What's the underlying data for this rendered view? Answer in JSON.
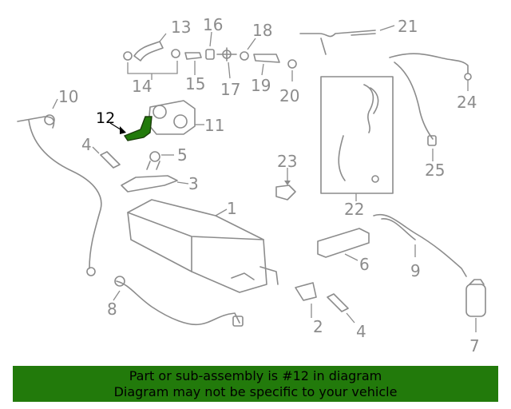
{
  "diagram": {
    "highlight_color": "#227a0b",
    "line_color": "#8c8c8c",
    "callouts": {
      "c1": "1",
      "c2": "2",
      "c3": "3",
      "c4a": "4",
      "c4b": "4",
      "c5": "5",
      "c6": "6",
      "c7": "7",
      "c8": "8",
      "c9": "9",
      "c10": "10",
      "c11": "11",
      "c12": "12",
      "c13": "13",
      "c14": "14",
      "c15": "15",
      "c16": "16",
      "c17": "17",
      "c18": "18",
      "c19": "19",
      "c20": "20",
      "c21": "21",
      "c22": "22",
      "c23": "23",
      "c24": "24",
      "c25": "25"
    }
  },
  "banner": {
    "background": "#227a0b",
    "line1": "Part or sub-assembly is #12 in diagram",
    "line2": "Diagram may not be specific to your vehicle"
  }
}
